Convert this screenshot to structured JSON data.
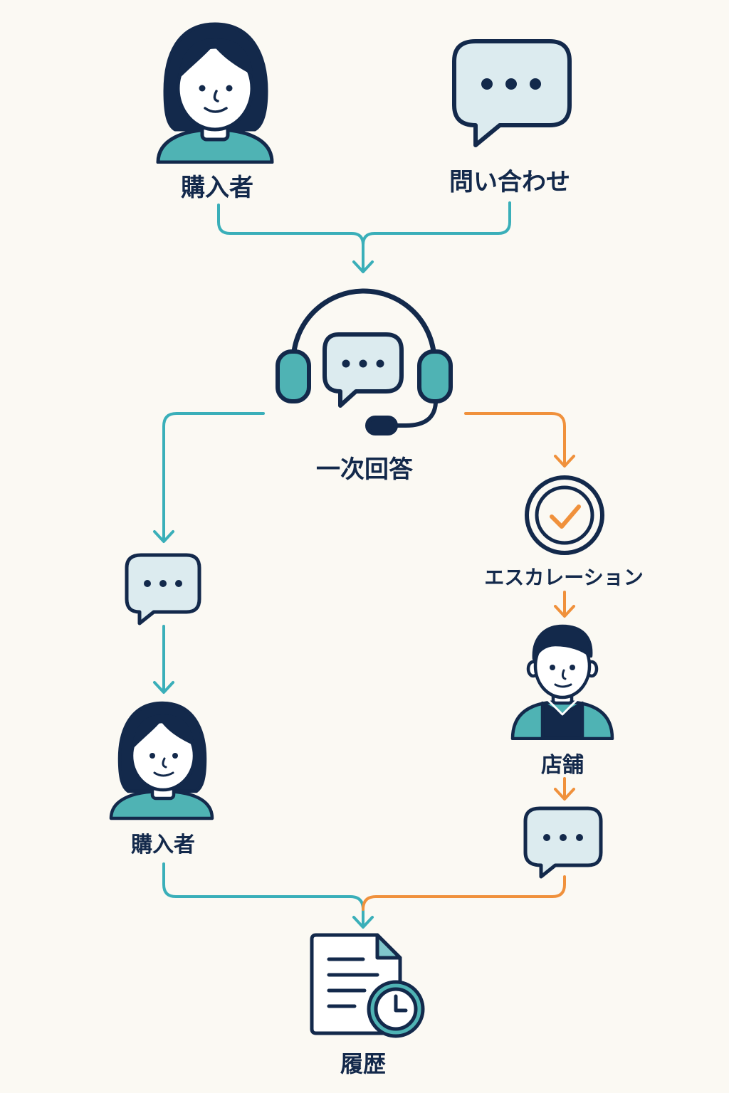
{
  "colors": {
    "navy": "#13294B",
    "teal": "#3AAFB9",
    "teal_fill": "#4FB3B4",
    "bubble_fill": "#DCEBEF",
    "orange": "#F0913C",
    "background": "#FBF9F3"
  },
  "nodes": {
    "buyer_top": {
      "label": "購入者",
      "icon": "woman-avatar-icon"
    },
    "inquiry": {
      "label": "問い合わせ",
      "icon": "speech-bubble-icon"
    },
    "first_response": {
      "label": "一次回答",
      "icon": "headset-chat-icon"
    },
    "escalation": {
      "label": "エスカレーション",
      "icon": "check-circle-icon"
    },
    "reply_bubble": {
      "icon": "speech-bubble-icon"
    },
    "buyer_bottom": {
      "label": "購入者",
      "icon": "woman-avatar-icon"
    },
    "store": {
      "label": "店舗",
      "icon": "shopkeeper-avatar-icon"
    },
    "store_reply": {
      "icon": "speech-bubble-icon"
    },
    "history": {
      "label": "履歴",
      "icon": "document-clock-icon"
    }
  },
  "edges": [
    {
      "from": "buyer_top",
      "to": "first_response",
      "color": "teal"
    },
    {
      "from": "inquiry",
      "to": "first_response",
      "color": "teal"
    },
    {
      "from": "first_response",
      "to": "reply_bubble",
      "color": "teal"
    },
    {
      "from": "reply_bubble",
      "to": "buyer_bottom",
      "color": "teal"
    },
    {
      "from": "first_response",
      "to": "escalation",
      "color": "orange"
    },
    {
      "from": "escalation",
      "to": "store",
      "color": "orange"
    },
    {
      "from": "store",
      "to": "store_reply",
      "color": "orange"
    },
    {
      "from": "buyer_bottom",
      "to": "history",
      "color": "teal"
    },
    {
      "from": "store_reply",
      "to": "history",
      "color": "orange"
    }
  ]
}
